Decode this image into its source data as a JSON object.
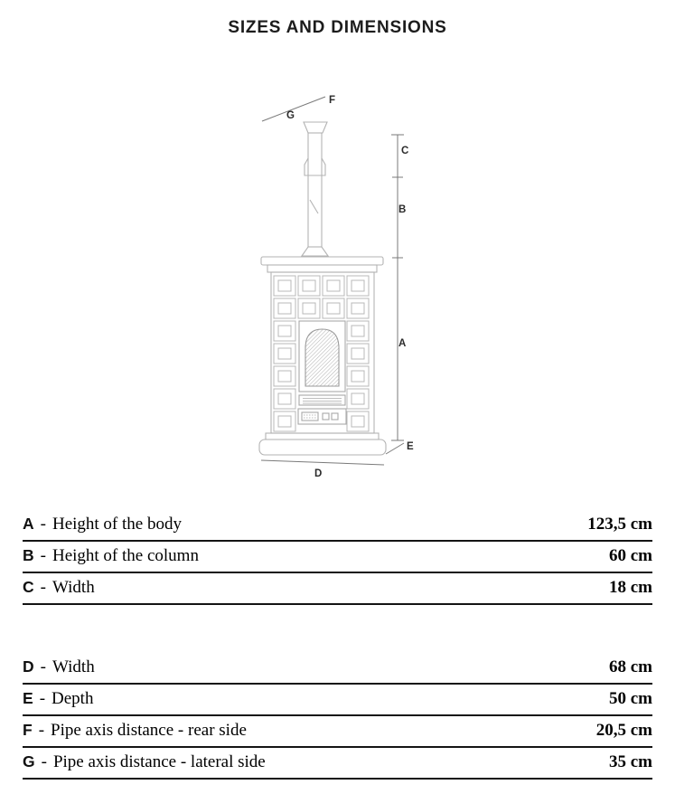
{
  "title": "SIZES AND DIMENSIONS",
  "sep": "-",
  "diagram": {
    "labels": {
      "A": "A",
      "B": "B",
      "C": "C",
      "D": "D",
      "E": "E",
      "F": "F",
      "G": "G"
    }
  },
  "tables": {
    "upper": {
      "rows": [
        {
          "key": "A",
          "desc": "Height of the body",
          "value": "123,5 cm"
        },
        {
          "key": "B",
          "desc": "Height of the column",
          "value": "60 cm"
        },
        {
          "key": "C",
          "desc": "Width",
          "value": "18 cm"
        }
      ]
    },
    "lower": {
      "rows": [
        {
          "key": "D",
          "desc": "Width",
          "value": "68 cm"
        },
        {
          "key": "E",
          "desc": "Depth",
          "value": "50 cm"
        },
        {
          "key": "F",
          "desc": "Pipe axis distance - rear side",
          "value": "20,5 cm"
        },
        {
          "key": "G",
          "desc": "Pipe axis distance - lateral side",
          "value": "35 cm"
        }
      ]
    }
  }
}
